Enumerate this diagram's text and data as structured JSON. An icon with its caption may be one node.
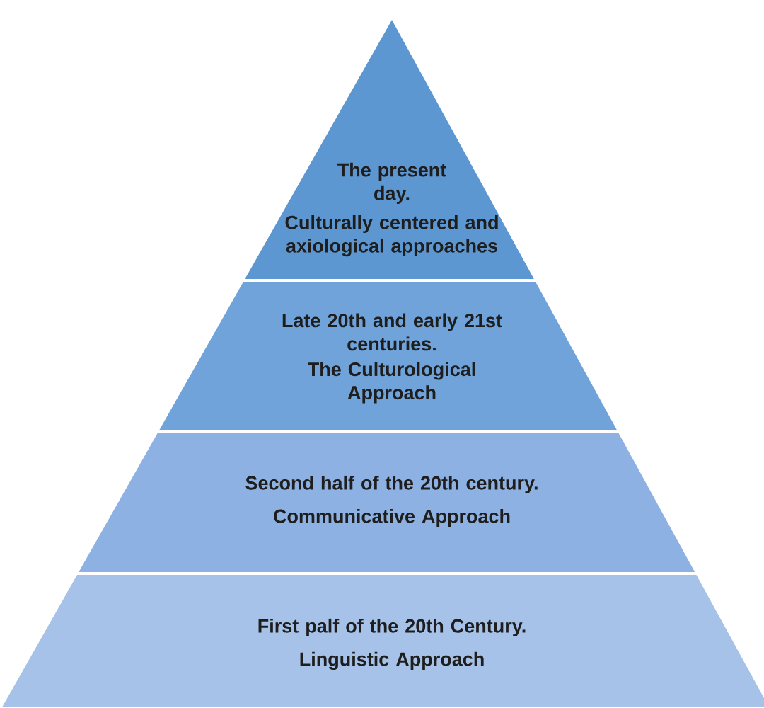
{
  "diagram": {
    "nodes": [
      {
        "text": [
          "The present day.",
          "Culturally centered and axiological approaches"
        ]
      },
      {
        "text": [
          "Late 20th and early 21st centuries.",
          "The Culturological Approach"
        ]
      },
      {
        "text": [
          "Second half of the 20th century.",
          "Communicative Approach"
        ]
      },
      {
        "text": [
          "First palf of the 20th Century.",
          "Linguistic Approach"
        ]
      }
    ]
  }
}
